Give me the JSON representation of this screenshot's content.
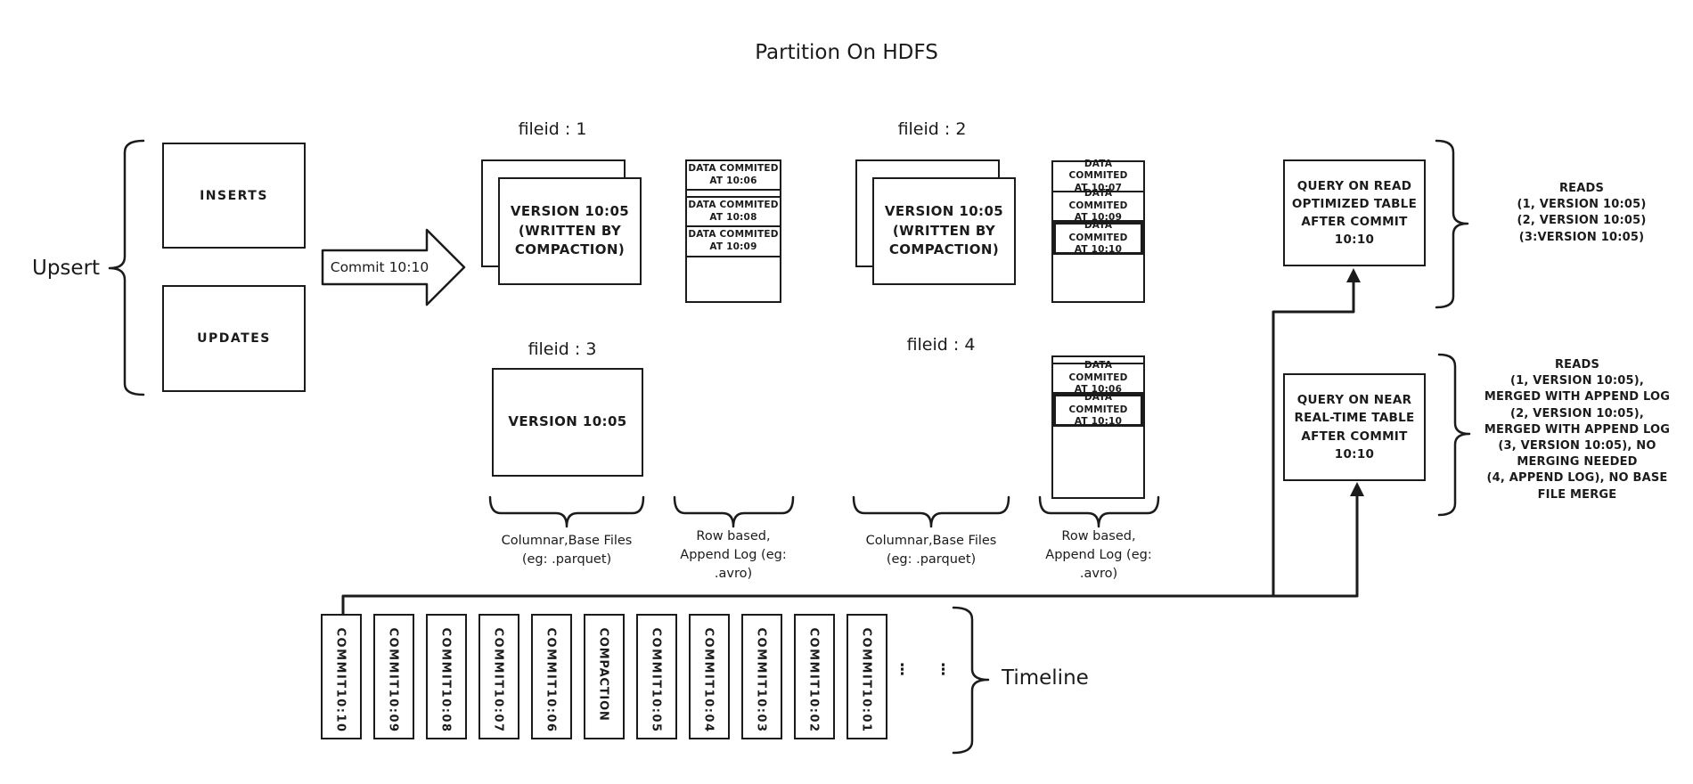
{
  "colors": {
    "ink": "#1b1b1b",
    "background": "#ffffff"
  },
  "title": "Partition On HDFS",
  "upsert": {
    "label": "Upsert",
    "inserts": "INSERTS",
    "updates": "UPDATES"
  },
  "commit_arrow": {
    "label": "Commit 10:10"
  },
  "file_groups": [
    {
      "id_label": "fileid : 1",
      "base_lines": {
        "l1": "VERSION 10:05",
        "l2": "(WRITTEN BY",
        "l3": "COMPACTION)"
      }
    },
    {
      "id_label": "fileid : 2",
      "base_lines": {
        "l1": "VERSION 10:05",
        "l2": "(WRITTEN BY",
        "l3": "COMPACTION)"
      }
    },
    {
      "id_label": "fileid : 3",
      "base_lines": {
        "l1": "VERSION 10:05"
      }
    },
    {
      "id_label": "fileid : 4"
    }
  ],
  "logs": [
    {
      "segments": [
        {
          "l1": "DATA COMMITED",
          "l2": "AT 10:06"
        },
        {
          "l1": "DATA COMMITED",
          "l2": "AT 10:08"
        },
        {
          "l1": "DATA COMMITED",
          "l2": "AT 10:09"
        }
      ]
    },
    {
      "segments": [
        {
          "l1": "DATA COMMITED",
          "l2": "AT 10:07"
        },
        {
          "l1": "DATA COMMITED",
          "l2": "AT 10:09"
        },
        {
          "l1": "DATA COMMITED",
          "l2": "AT 10:10"
        }
      ]
    },
    {
      "segments": [
        {
          "l1": "DATA COMMITED",
          "l2": "AT 10:06"
        },
        {
          "l1": "DATA COMMITED",
          "l2": "AT 10:10"
        }
      ]
    }
  ],
  "column_labels": [
    {
      "l1": "Columnar,Base Files",
      "l2": "(eg: .parquet)"
    },
    {
      "l1": "Row based,",
      "l2": "Append Log  (eg:",
      "l3": ".avro)"
    },
    {
      "l1": "Columnar,Base Files",
      "l2": "(eg: .parquet)"
    },
    {
      "l1": "Row based,",
      "l2": "Append Log  (eg:",
      "l3": ".avro)"
    }
  ],
  "queries": [
    {
      "box": {
        "l1": "QUERY ON READ",
        "l2": "OPTIMIZED TABLE",
        "l3": "AFTER COMMIT",
        "l4": "10:10"
      },
      "reads": [
        "READS",
        "(1, VERSION 10:05)",
        "(2, VERSION 10:05)",
        "(3:VERSION 10:05)"
      ]
    },
    {
      "box": {
        "l1": "QUERY ON NEAR",
        "l2": "REAL-TIME TABLE",
        "l3": "AFTER COMMIT",
        "l4": "10:10"
      },
      "reads": [
        "READS",
        "(1, VERSION 10:05),",
        "MERGED WITH APPEND LOG",
        "(2, VERSION 10:05),",
        "MERGED WITH APPEND LOG",
        "(3, VERSION 10:05), NO",
        "MERGING NEEDED",
        "(4, APPEND LOG), NO BASE",
        "FILE MERGE"
      ]
    }
  ],
  "timeline": {
    "label": "Timeline",
    "ellipsis": "⋮",
    "entries": [
      {
        "a": "COMMIT",
        "b": "10:10"
      },
      {
        "a": "COMMIT",
        "b": "10:09"
      },
      {
        "a": "COMMIT",
        "b": "10:08"
      },
      {
        "a": "COMMIT",
        "b": "10:07"
      },
      {
        "a": "COMMIT",
        "b": "10:06"
      },
      {
        "a": "COMPACTION",
        "b": ""
      },
      {
        "a": "COMMIT",
        "b": "10:05"
      },
      {
        "a": "COMMIT",
        "b": "10:04"
      },
      {
        "a": "COMMIT",
        "b": "10:03"
      },
      {
        "a": "COMMIT",
        "b": "10:02"
      },
      {
        "a": "COMMIT",
        "b": "10:01"
      }
    ]
  }
}
